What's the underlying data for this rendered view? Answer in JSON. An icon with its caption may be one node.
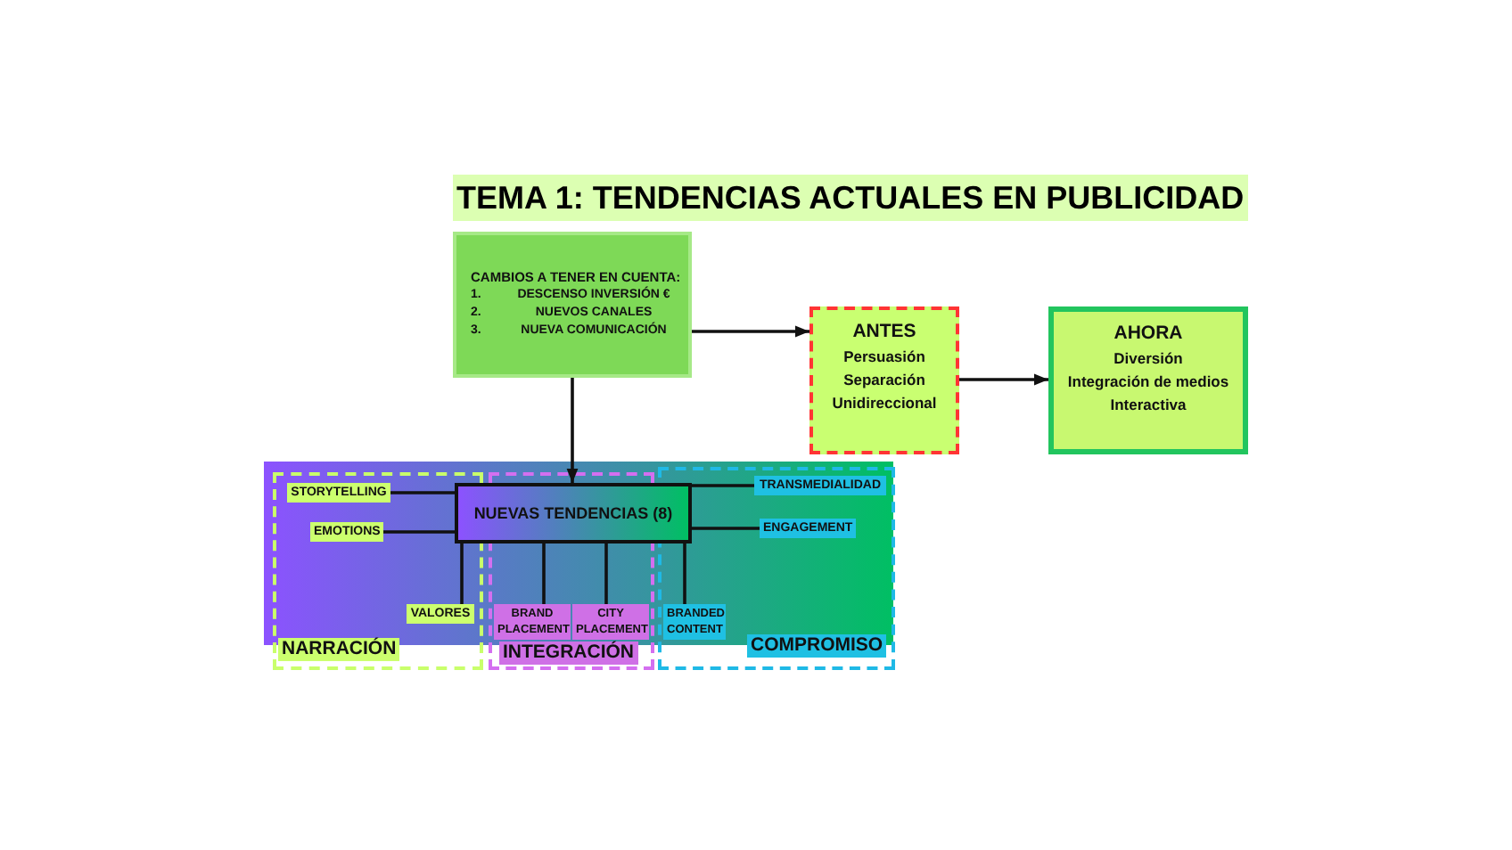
{
  "diagram": {
    "title": "TEMA 1: TENDENCIAS ACTUALES EN PUBLICIDAD",
    "nodes": [
      {
        "text": [
          "CAMBIOS A TENER EN CUENTA:",
          "1.",
          "DESCENSO INVERSIÓN €",
          "2.",
          "NUEVOS CANALES",
          "3.",
          "NUEVA COMUNICACIÓN"
        ]
      },
      {
        "text": [
          "ANTES",
          "Persuasión",
          "Separación",
          "Unidireccional"
        ]
      },
      {
        "text": [
          "AHORA",
          "Diversión",
          "Integración de medios",
          "Interactiva"
        ]
      },
      {
        "text": [
          "NUEVAS TENDENCIAS (8)"
        ]
      },
      {
        "text": [
          "NARRACIÓN"
        ]
      },
      {
        "text": [
          "STORYTELLING"
        ],
        "in": 4
      },
      {
        "text": [
          "EMOTIONS"
        ],
        "in": 4
      },
      {
        "text": [
          "VALORES"
        ],
        "in": 4
      },
      {
        "text": [
          "INTEGRACIÓN"
        ]
      },
      {
        "text": [
          "BRAND PLACEMENT"
        ],
        "in": 8
      },
      {
        "text": [
          "CITY PLACEMENT"
        ],
        "in": 8
      },
      {
        "text": [
          "COMPROMISO"
        ]
      },
      {
        "text": [
          "TRANSMEDIALIDAD"
        ],
        "in": 11
      },
      {
        "text": [
          "ENGAGEMENT"
        ],
        "in": 11
      },
      {
        "text": [
          "BRANDED CONTENT"
        ],
        "in": 11
      }
    ],
    "edges": [
      {
        "from": 0,
        "to": 1,
        "arrow": "to"
      },
      {
        "from": 1,
        "to": 2,
        "arrow": "to"
      },
      {
        "from": 0,
        "to": 3,
        "arrow": "to"
      },
      {
        "from": 3,
        "to": 5,
        "arrow": "none"
      },
      {
        "from": 3,
        "to": 6,
        "arrow": "none"
      },
      {
        "from": 3,
        "to": 7,
        "arrow": "none"
      },
      {
        "from": 3,
        "to": 9,
        "arrow": "none"
      },
      {
        "from": 3,
        "to": 10,
        "arrow": "none"
      },
      {
        "from": 3,
        "to": 14,
        "arrow": "none"
      },
      {
        "from": 3,
        "to": 12,
        "arrow": "none"
      },
      {
        "from": 3,
        "to": 13,
        "arrow": "none"
      }
    ]
  }
}
